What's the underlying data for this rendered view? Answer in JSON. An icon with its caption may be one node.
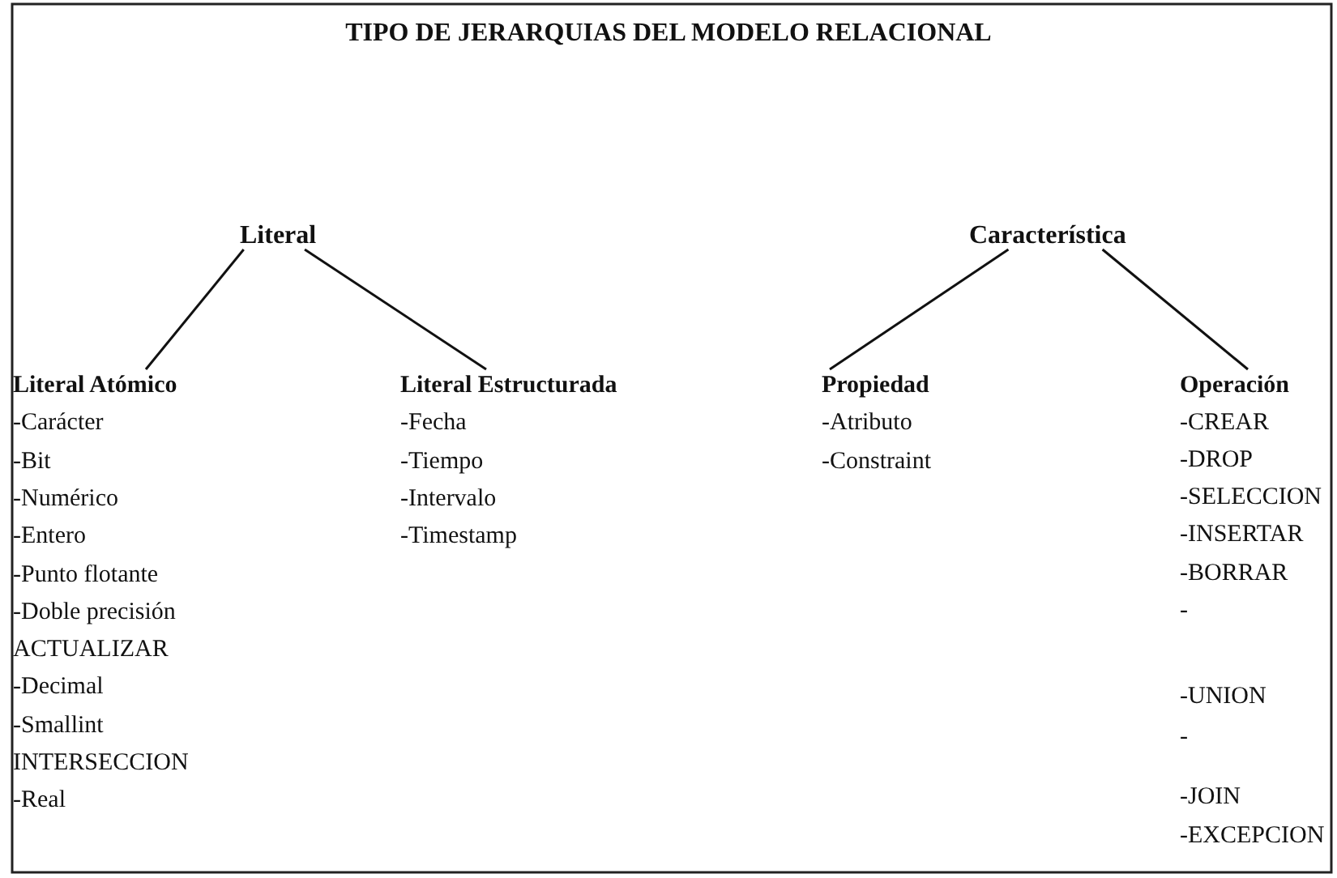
{
  "diagram": {
    "title": "TIPO DE JERARQUIAS DEL MODELO RELACIONAL",
    "nodes": [
      {
        "text": [
          "Literal"
        ]
      },
      {
        "text": [
          "Característica"
        ]
      },
      {
        "text": [
          "Literal Atómico",
          "-Carácter",
          "-Bit",
          "-Numérico",
          "-Entero",
          "-Punto flotante",
          "-Doble precisión",
          "ACTUALIZAR",
          "-Decimal",
          "-Smallint",
          "INTERSECCION",
          "-Real"
        ]
      },
      {
        "text": [
          "Literal Estructurada",
          "-Fecha",
          "-Tiempo",
          "-Intervalo",
          "-Timestamp"
        ]
      },
      {
        "text": [
          "Propiedad",
          "-Atributo",
          "-Constraint"
        ]
      },
      {
        "text": [
          "Operación",
          "-CREAR",
          "-DROP",
          "-SELECCION",
          "-INSERTAR",
          "-BORRAR",
          "-",
          "-UNION",
          "-",
          "-JOIN",
          "-EXCEPCION"
        ]
      }
    ],
    "edges": [
      {
        "from": 0,
        "to": 2,
        "arrow": "none"
      },
      {
        "from": 0,
        "to": 3,
        "arrow": "none"
      },
      {
        "from": 1,
        "to": 4,
        "arrow": "none"
      },
      {
        "from": 1,
        "to": 5,
        "arrow": "none"
      }
    ]
  }
}
